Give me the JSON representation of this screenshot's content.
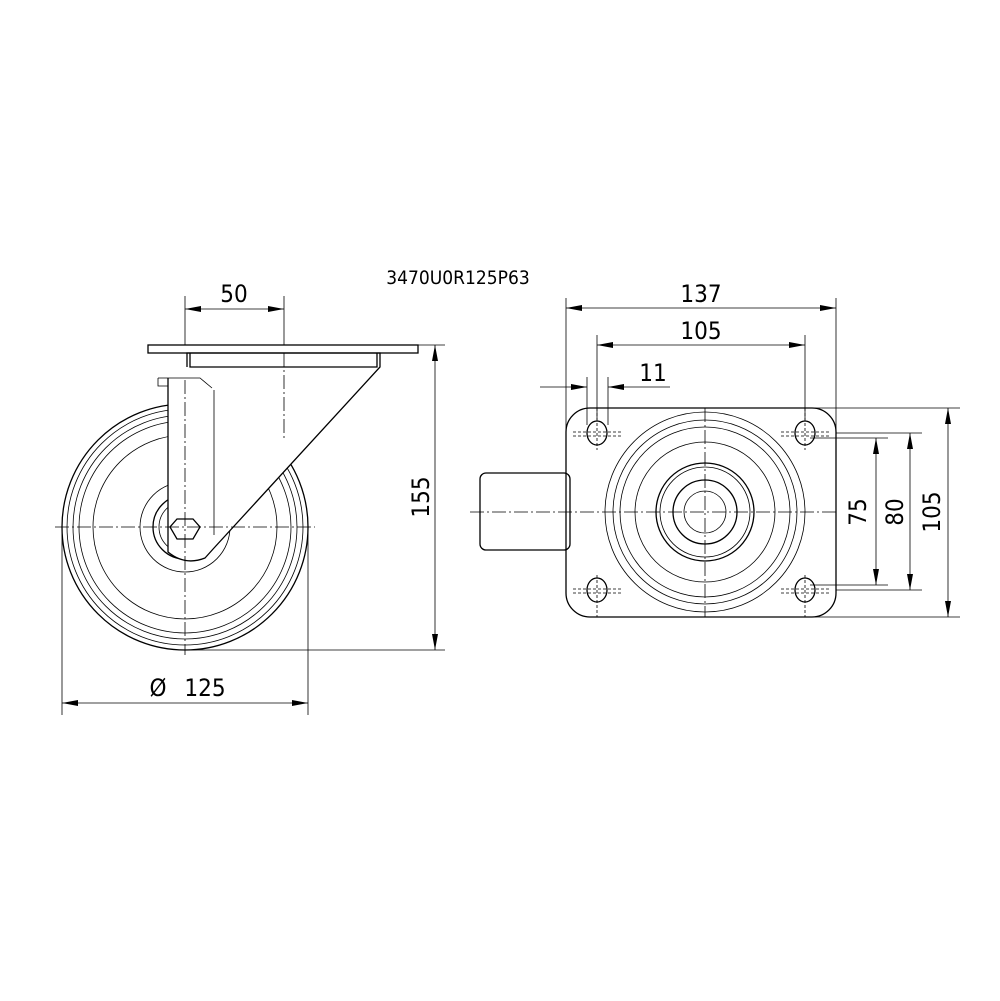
{
  "title": "3470U0R125P63",
  "side_view": {
    "dim_offset": "50",
    "dim_height": "155",
    "dim_diameter_symbol": "Ø",
    "dim_diameter": "125"
  },
  "top_view": {
    "dim_plate_width": "137",
    "dim_hole_spacing_x": "105",
    "dim_hole_size": "11",
    "dim_hole_spacing_y_inner": "75",
    "dim_hole_spacing_y": "80",
    "dim_plate_height": "105"
  }
}
